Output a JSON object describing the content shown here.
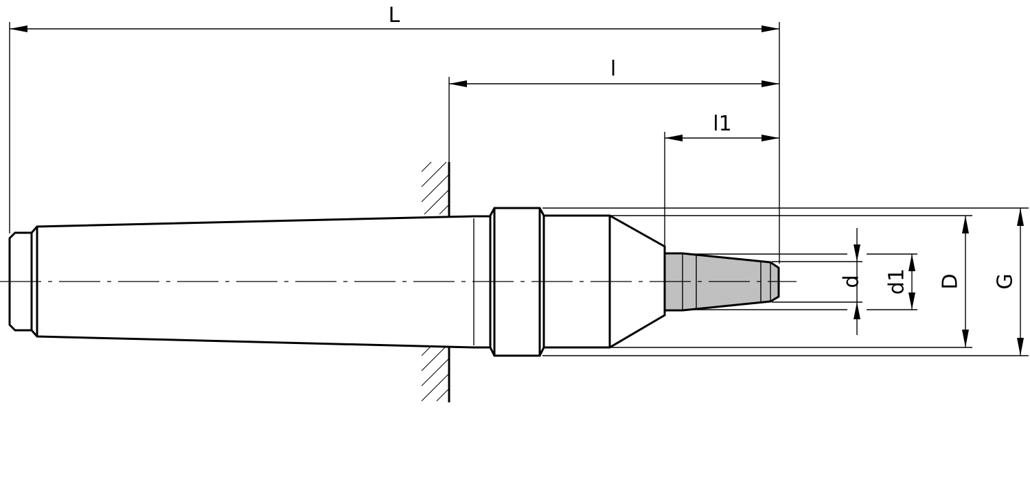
{
  "dimensions": {
    "overall_length": "L",
    "projection_length": "l",
    "tip_length": "l1",
    "tip_diameter": "d",
    "tip_end_diameter": "d1",
    "body_diameter": "D",
    "collar_diameter": "G"
  },
  "colors": {
    "line": "#000000",
    "tip_fill": "#c0c0c0",
    "background": "#ffffff"
  }
}
